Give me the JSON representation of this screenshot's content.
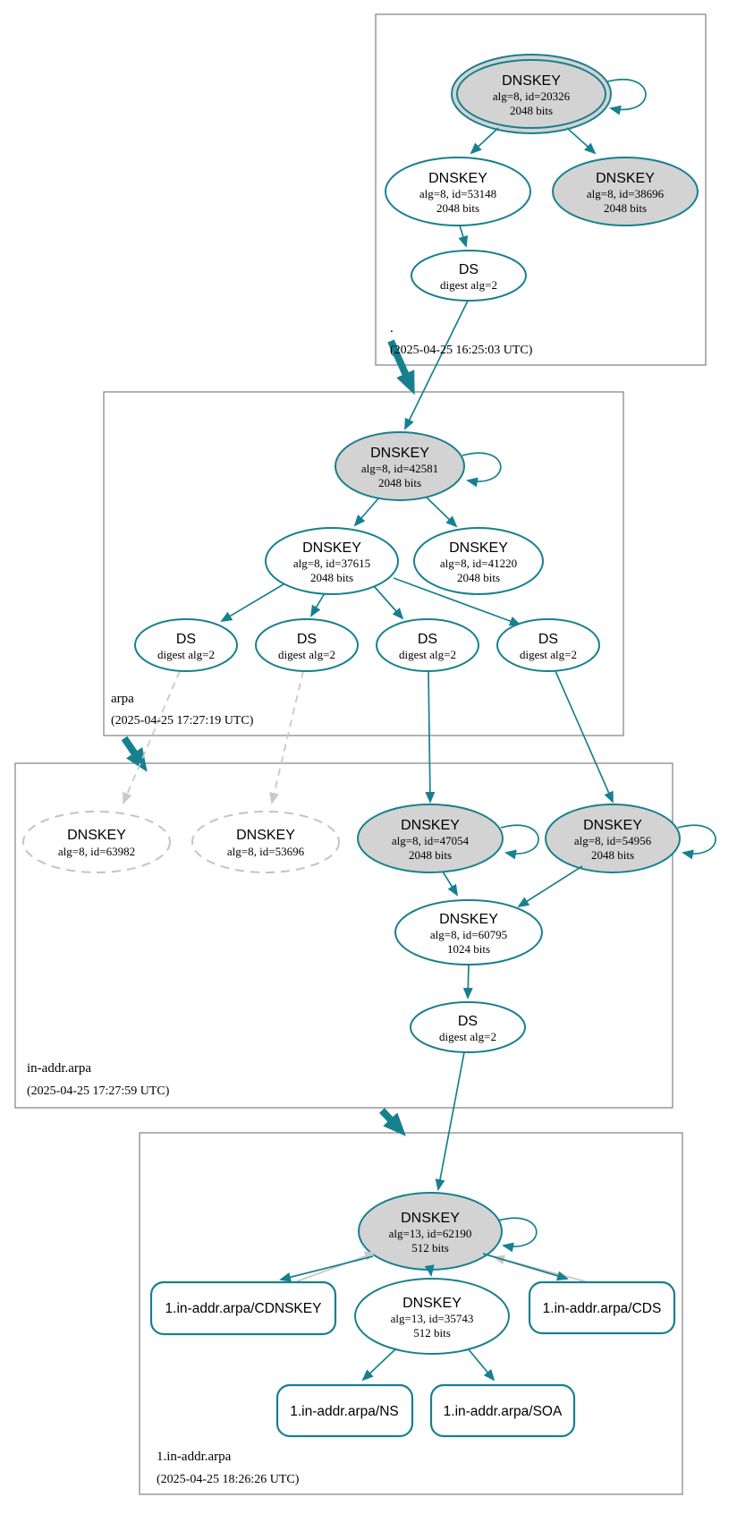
{
  "colors": {
    "teal": "#17808f",
    "secure_node_fill": "#d3d3d3",
    "default_node_fill": "#ffffff",
    "missing_node_border": "#c4c4c4",
    "gray_edge": "#c9c9c9",
    "zone_box_border": "#808080",
    "text": "#000000"
  },
  "zones": {
    "root": {
      "label": ".",
      "timestamp": "(2025-04-25 16:25:03 UTC)"
    },
    "arpa": {
      "label": "arpa",
      "timestamp": "(2025-04-25 17:27:19 UTC)"
    },
    "in_addr_arpa": {
      "label": "in-addr.arpa",
      "timestamp": "(2025-04-25 17:27:59 UTC)"
    },
    "one_in_addr_arpa": {
      "label": "1.in-addr.arpa",
      "timestamp": "(2025-04-25 18:26:26 UTC)"
    }
  },
  "nodes": {
    "root_ksk": {
      "title": "DNSKEY",
      "detail": "alg=8, id=20326",
      "bits": "2048 bits"
    },
    "root_zsk": {
      "title": "DNSKEY",
      "detail": "alg=8, id=53148",
      "bits": "2048 bits"
    },
    "root_key_38696": {
      "title": "DNSKEY",
      "detail": "alg=8, id=38696",
      "bits": "2048 bits"
    },
    "root_ds": {
      "title": "DS",
      "detail": "digest alg=2"
    },
    "arpa_ksk": {
      "title": "DNSKEY",
      "detail": "alg=8, id=42581",
      "bits": "2048 bits"
    },
    "arpa_zsk": {
      "title": "DNSKEY",
      "detail": "alg=8, id=37615",
      "bits": "2048 bits"
    },
    "arpa_key_41220": {
      "title": "DNSKEY",
      "detail": "alg=8, id=41220",
      "bits": "2048 bits"
    },
    "arpa_ds_1": {
      "title": "DS",
      "detail": "digest alg=2"
    },
    "arpa_ds_2": {
      "title": "DS",
      "detail": "digest alg=2"
    },
    "arpa_ds_3": {
      "title": "DS",
      "detail": "digest alg=2"
    },
    "arpa_ds_4": {
      "title": "DS",
      "detail": "digest alg=2"
    },
    "inaddr_missing_key_1": {
      "title": "DNSKEY",
      "detail": "alg=8, id=63982"
    },
    "inaddr_missing_key_2": {
      "title": "DNSKEY",
      "detail": "alg=8, id=53696"
    },
    "inaddr_ksk_47054": {
      "title": "DNSKEY",
      "detail": "alg=8, id=47054",
      "bits": "2048 bits"
    },
    "inaddr_ksk_54956": {
      "title": "DNSKEY",
      "detail": "alg=8, id=54956",
      "bits": "2048 bits"
    },
    "inaddr_zsk": {
      "title": "DNSKEY",
      "detail": "alg=8, id=60795",
      "bits": "1024 bits"
    },
    "inaddr_ds": {
      "title": "DS",
      "detail": "digest alg=2"
    },
    "one_ksk": {
      "title": "DNSKEY",
      "detail": "alg=13, id=62190",
      "bits": "512 bits"
    },
    "one_zsk": {
      "title": "DNSKEY",
      "detail": "alg=13, id=35743",
      "bits": "512 bits"
    },
    "one_cdnskey": {
      "label": "1.in-addr.arpa/CDNSKEY"
    },
    "one_cds": {
      "label": "1.in-addr.arpa/CDS"
    },
    "one_ns": {
      "label": "1.in-addr.arpa/NS"
    },
    "one_soa": {
      "label": "1.in-addr.arpa/SOA"
    }
  }
}
